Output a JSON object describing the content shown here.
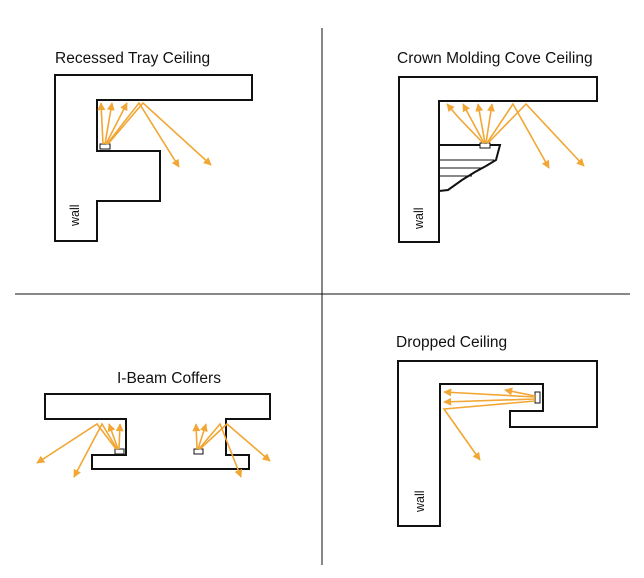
{
  "panels": {
    "recessed_tray": {
      "title": "Recessed Tray Ceiling",
      "wall_label": "wall"
    },
    "crown_molding_cove": {
      "title": "Crown Molding Cove Ceiling",
      "wall_label": "wall"
    },
    "i_beam_coffers": {
      "title": "I-Beam Coffers"
    },
    "dropped": {
      "title": "Dropped Ceiling",
      "wall_label": "wall"
    }
  },
  "colors": {
    "light_ray": "#f2a633",
    "outline": "#111111",
    "background": "#ffffff"
  }
}
